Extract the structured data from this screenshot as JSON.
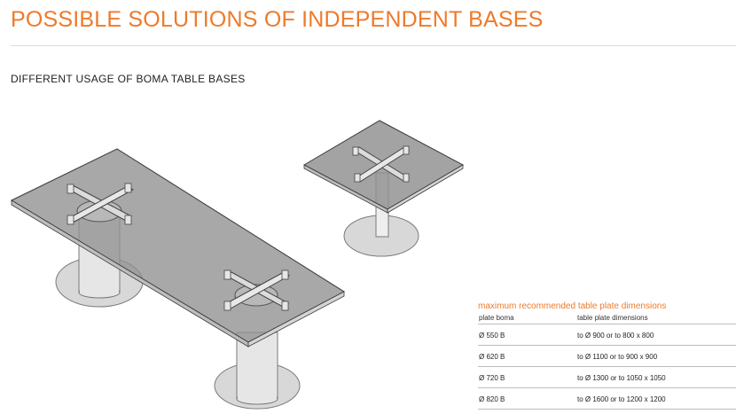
{
  "header": {
    "title": "POSSIBLE SOLUTIONS OF INDEPENDENT BASES",
    "subtitle": "DIFFERENT USAGE OF BOMA TABLE BASES"
  },
  "dimensions": {
    "title": "maximum recommended table plate dimensions",
    "col_plate": "plate boma",
    "col_table": "table plate dimensions",
    "rows": [
      {
        "plate": "Ø 550 B",
        "table": "to Ø 900 or to 800 x 800"
      },
      {
        "plate": "Ø 620 B",
        "table": "to Ø 1100 or to 900 x 900"
      },
      {
        "plate": "Ø 720 B",
        "table": "to Ø 1300 or to 1050 x 1050"
      },
      {
        "plate": "Ø 820 B",
        "table": "to Ø 1600 or to 1200 x 1200"
      }
    ]
  },
  "colors": {
    "accent": "#ee7a2a",
    "table_top": "#8f8f8f",
    "base_plate": "#d8d8d8"
  }
}
